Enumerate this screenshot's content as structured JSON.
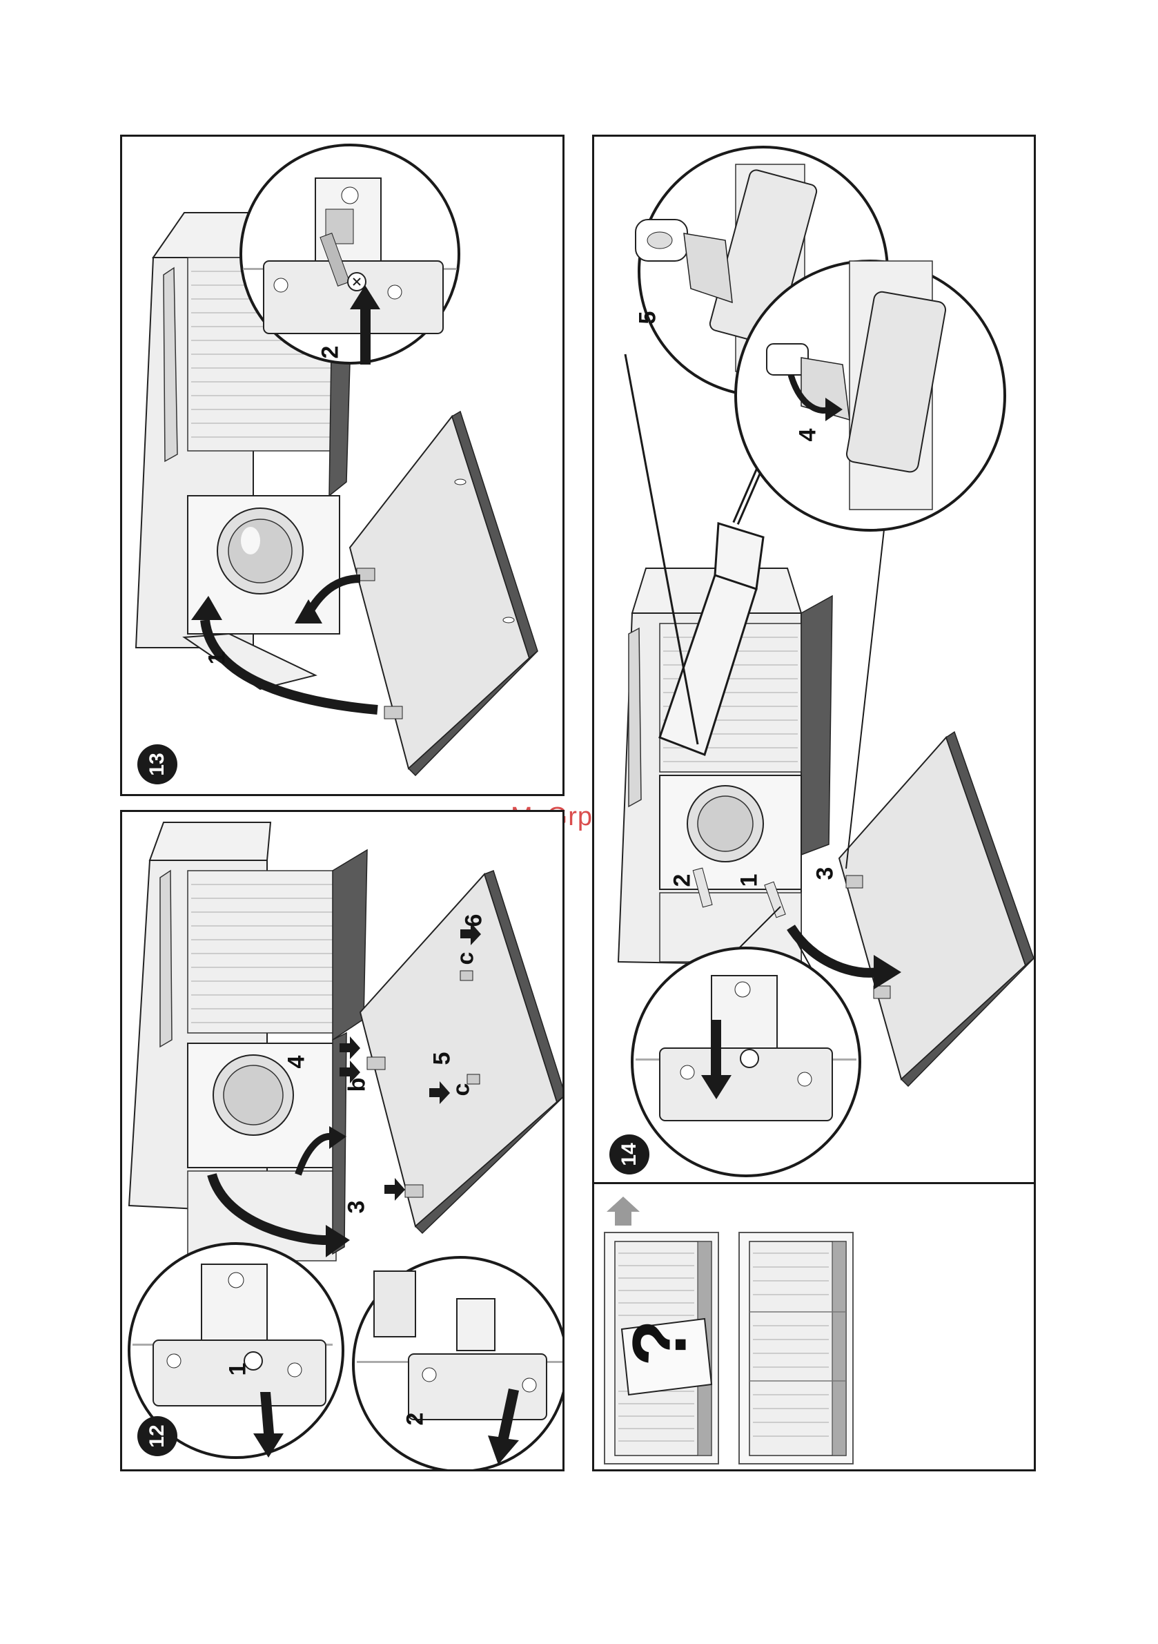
{
  "watermark": "McGrp.Ru",
  "figures": {
    "fig13": {
      "number": "13",
      "callouts": {
        "c1": "1",
        "c2": "2"
      }
    },
    "fig12": {
      "number": "12",
      "callouts": {
        "c1": "1",
        "c2": "2",
        "c3": "3",
        "c4": "4",
        "c5": "5",
        "c6": "6",
        "a": "b",
        "b": "c",
        "c": "c"
      }
    },
    "fig14": {
      "number": "14",
      "callouts": {
        "c1": "1",
        "c2": "2",
        "c3": "3",
        "c4": "4",
        "c5": "5"
      }
    },
    "fig15": {
      "glyph": "?"
    }
  },
  "colors": {
    "ink": "#1a1a1a",
    "panel_fill": "#e6e6e6",
    "edge": "#555555",
    "watermark": "#d63a3a",
    "arrow_grey": "#9a9a9a"
  }
}
